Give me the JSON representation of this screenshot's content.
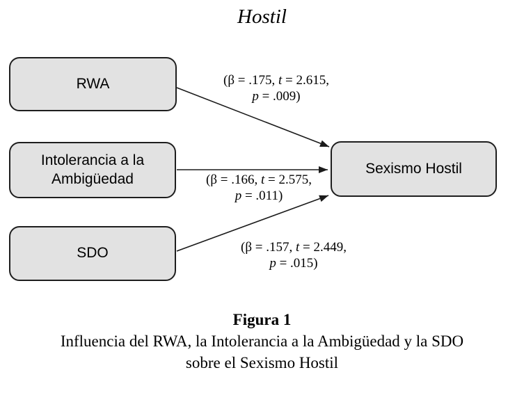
{
  "title": "Hostil",
  "diagram": {
    "colors": {
      "box_fill": "#e2e2e2",
      "box_border": "#1e1e1e",
      "arrow": "#1b1b1b"
    },
    "nodes": {
      "rwa": {
        "label": "RWA"
      },
      "intolerancia": {
        "label": "Intolerancia a la Ambigüedad"
      },
      "sdo": {
        "label": "SDO"
      },
      "outcome": {
        "label": "Sexismo Hostil"
      }
    },
    "paths": [
      {
        "from": "RWA",
        "to": "Sexismo Hostil",
        "beta": ".175",
        "t": "2.615",
        "p": ".009",
        "label": {
          "part1": "(β = .175, ",
          "t_sym": "t",
          "part2": " = 2.615,",
          "p_sym": "p",
          "part3": " = .009)"
        }
      },
      {
        "from": "Intolerancia a la Ambigüedad",
        "to": "Sexismo Hostil",
        "beta": ".166",
        "t": "2.575",
        "p": ".011",
        "label": {
          "part1": "(β = .166, ",
          "t_sym": "t",
          "part2": " = 2.575,",
          "p_sym": "p",
          "part3": " = .011)"
        }
      },
      {
        "from": "SDO",
        "to": "Sexismo Hostil",
        "beta": ".157",
        "t": "2.449",
        "p": ".015",
        "label": {
          "part1": "(β = .157, ",
          "t_sym": "t",
          "part2": " = 2.449,",
          "p_sym": "p",
          "part3": " = .015)"
        }
      }
    ]
  },
  "caption": {
    "figure_label": "Figura 1",
    "line1": "Influencia del RWA, la Intolerancia a la Ambigüedad y la SDO",
    "line2": "sobre el Sexismo Hostil"
  }
}
